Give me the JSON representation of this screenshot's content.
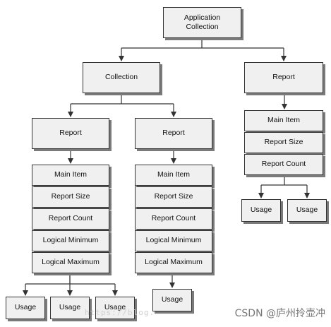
{
  "diagram": {
    "root": "Application\nCollection",
    "collection": "Collection",
    "report": "Report",
    "items": {
      "main_item": "Main Item",
      "report_size": "Report Size",
      "report_count": "Report Count",
      "logical_minimum": "Logical Minimum",
      "logical_maximum": "Logical Maximum"
    },
    "usage": "Usage"
  },
  "watermark": {
    "text": "CSDN @庐州拎壶冲",
    "url_fragment": "https://blog."
  },
  "colors": {
    "box_fill": "#f0f0f0",
    "border": "#333333",
    "shadow": "#7a7a7a"
  }
}
